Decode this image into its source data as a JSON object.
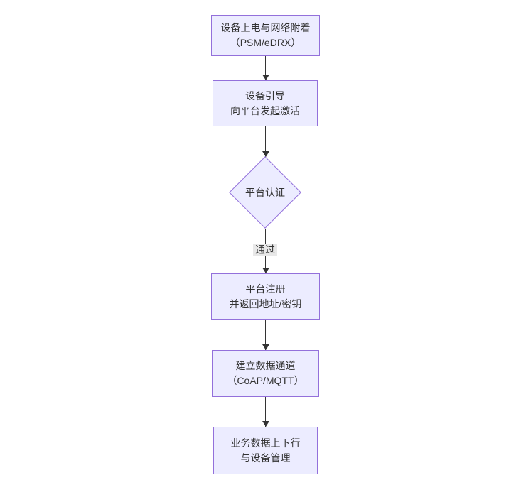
{
  "flowchart": {
    "type": "vertical-flowchart",
    "colors": {
      "node_fill": "#ECECFF",
      "node_border": "#9370DB",
      "edge": "#333333",
      "edge_label_bg": "#e8e8e8",
      "text": "#333333",
      "background": "#ffffff"
    },
    "nodes": [
      {
        "id": "power_attach",
        "shape": "rect",
        "lines": [
          "设备上电与网络附着",
          "（PSM/eDRX）"
        ]
      },
      {
        "id": "bootstrap",
        "shape": "rect",
        "lines": [
          "设备引导",
          "向平台发起激活"
        ]
      },
      {
        "id": "platform_auth",
        "shape": "diamond",
        "lines": [
          "平台认证"
        ]
      },
      {
        "id": "register",
        "shape": "rect",
        "lines": [
          "平台注册",
          "并返回地址/密钥"
        ]
      },
      {
        "id": "data_channel",
        "shape": "rect",
        "lines": [
          "建立数据通道",
          "（CoAP/MQTT）"
        ]
      },
      {
        "id": "business",
        "shape": "rect",
        "lines": [
          "业务数据上下行",
          "与设备管理"
        ]
      }
    ],
    "edges": [
      {
        "from": "power_attach",
        "to": "bootstrap",
        "label": ""
      },
      {
        "from": "bootstrap",
        "to": "platform_auth",
        "label": ""
      },
      {
        "from": "platform_auth",
        "to": "register",
        "label": "通过"
      },
      {
        "from": "register",
        "to": "data_channel",
        "label": ""
      },
      {
        "from": "data_channel",
        "to": "business",
        "label": ""
      }
    ]
  }
}
